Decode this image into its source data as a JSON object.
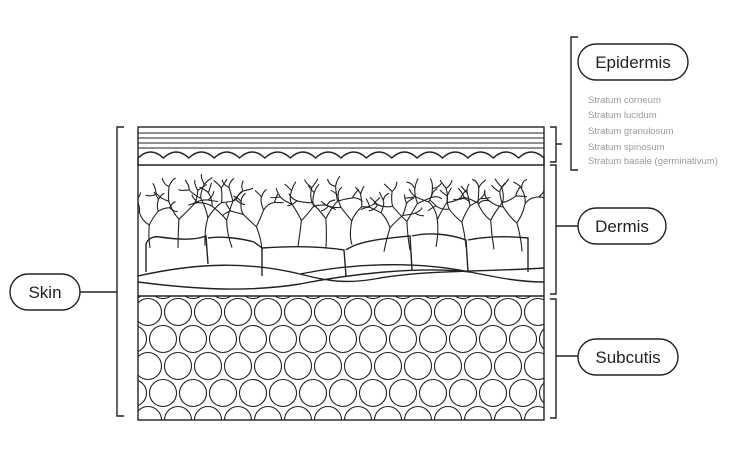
{
  "labels": {
    "epidermis": "Epidermis",
    "dermis": "Dermis",
    "subcutis": "Subcutis",
    "skin": "Skin"
  },
  "epidermis_layers": [
    "Stratum corneum",
    "Stratum lucidum",
    "Stratum granulosum",
    "Stratum spinosum",
    "Stratum basale (germinativum)"
  ],
  "colors": {
    "line": "#222222",
    "sublabel": "#9a9a9a",
    "background": "#ffffff"
  }
}
